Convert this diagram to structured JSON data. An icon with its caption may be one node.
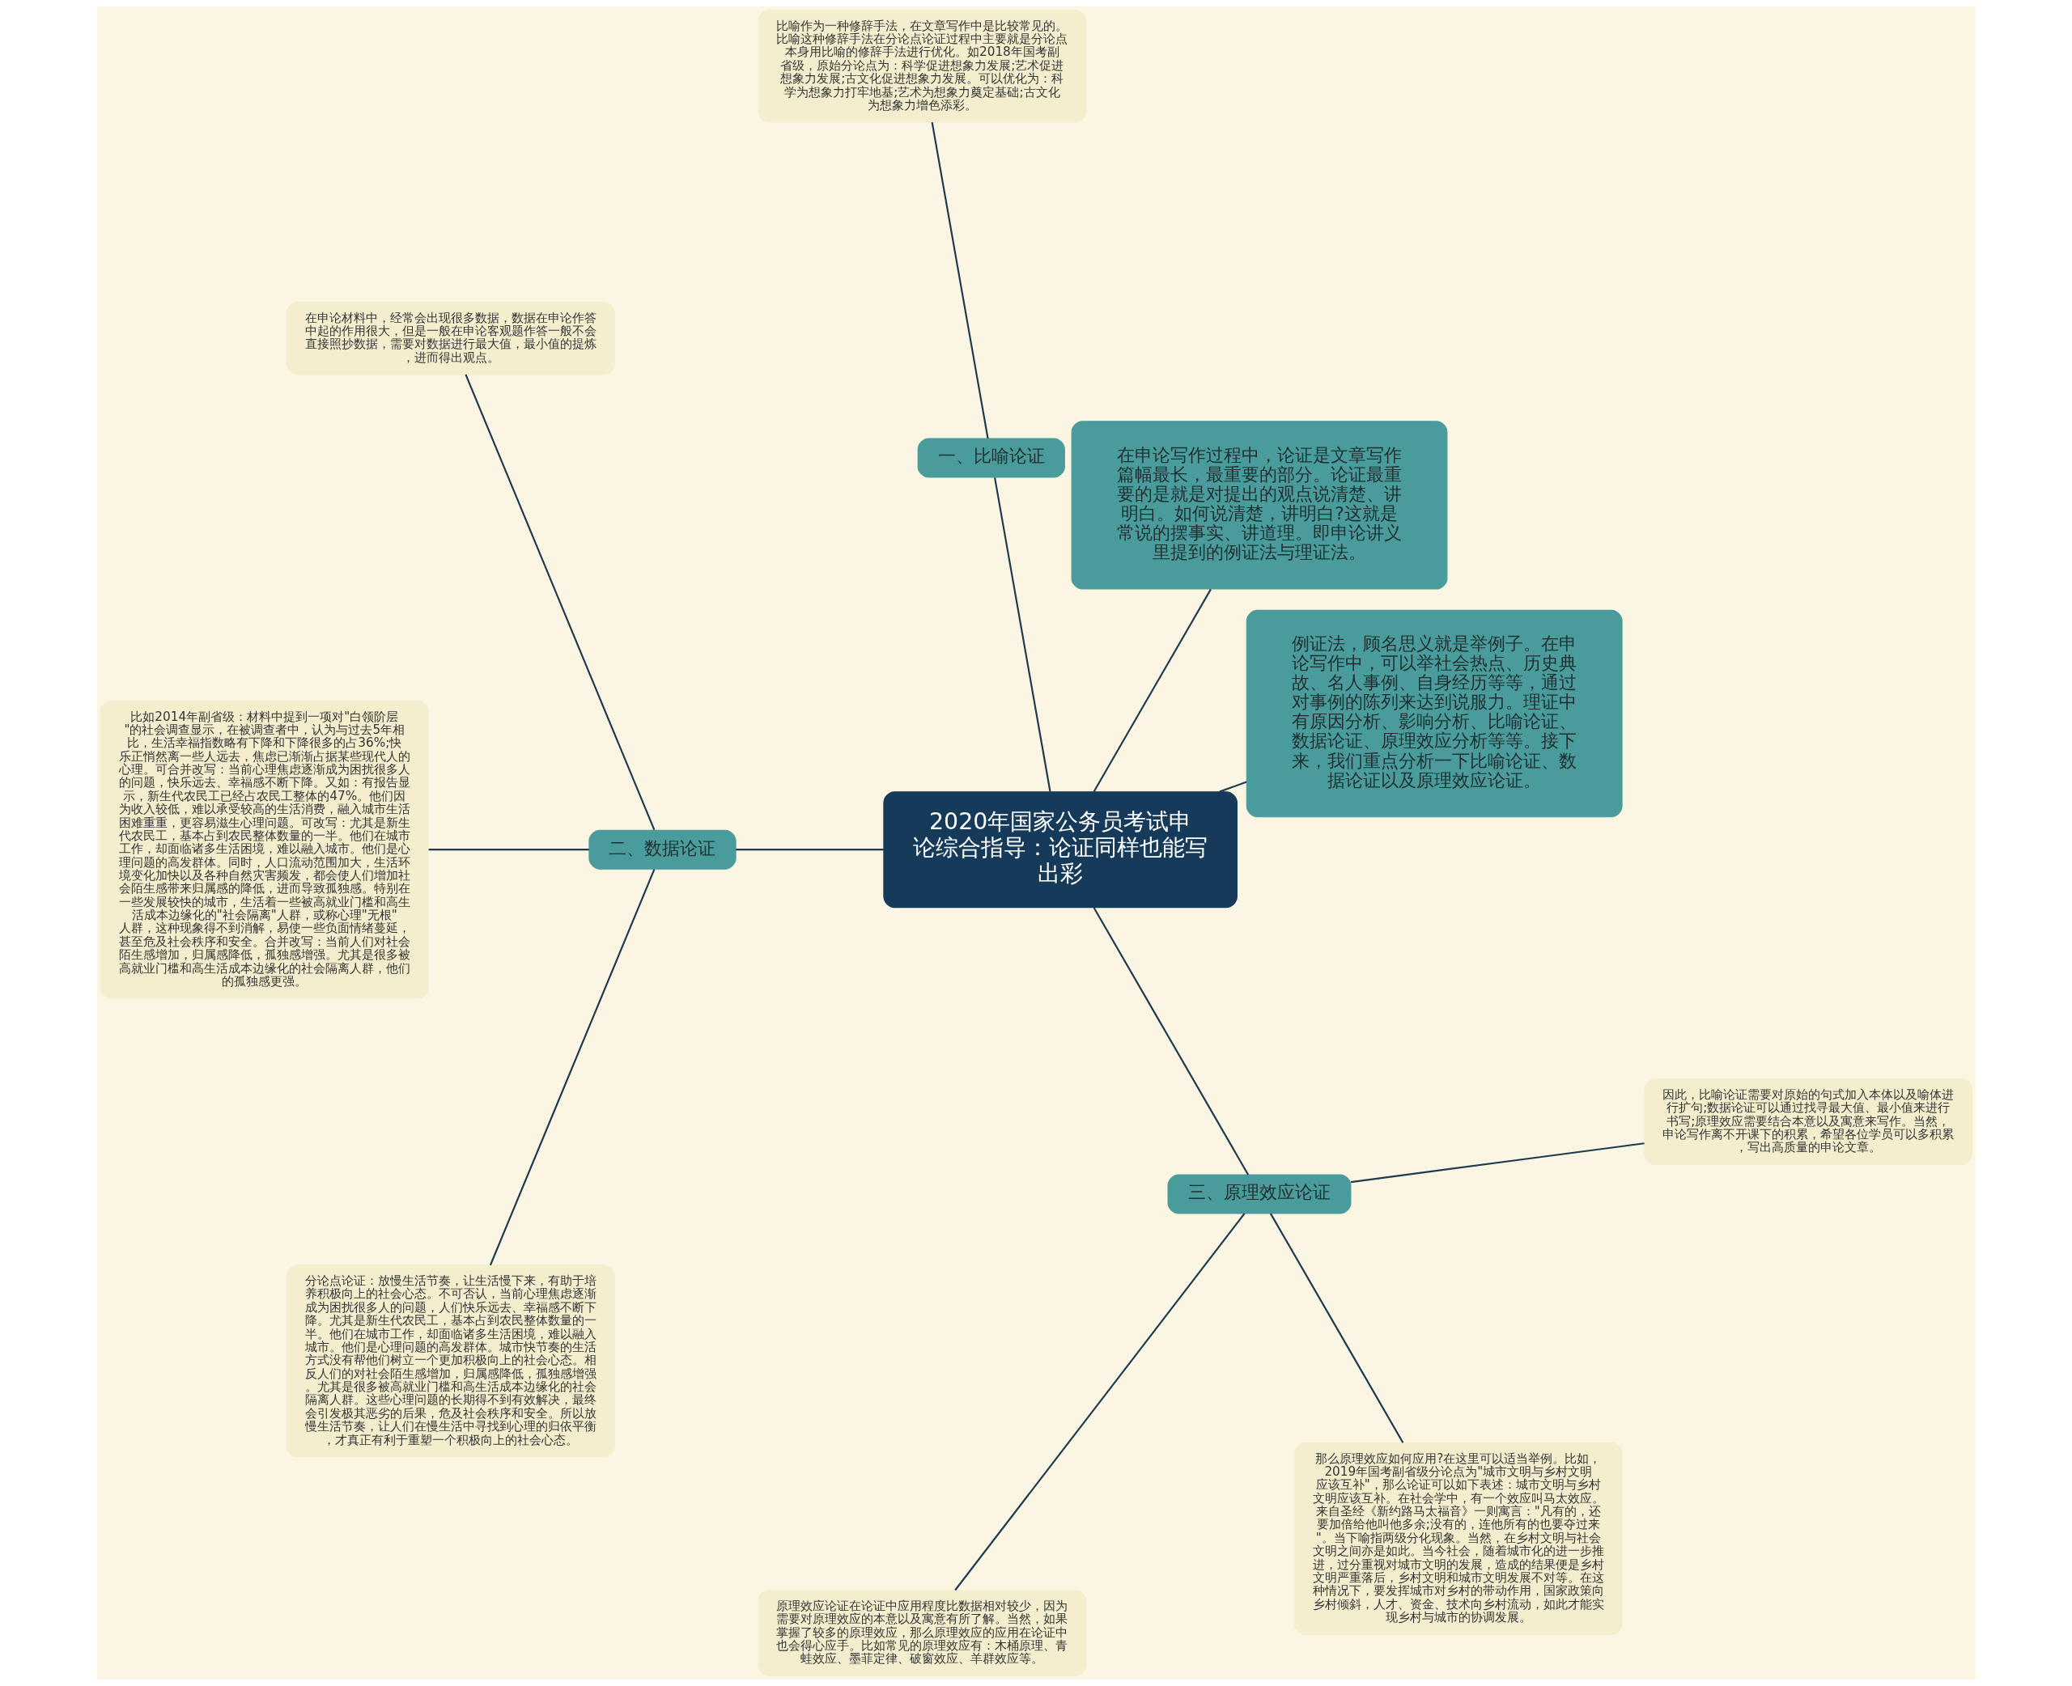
{
  "diagram": {
    "nodes": [
      {
        "text": [
          "2020年国家公务员考试申论综合指导：论证同样也能写出彩"
        ]
      },
      {
        "text": [
          "例证法，顾名思义就是举例子。在申论写作中，可以举社会热点、历史典故、名人事例、自身经历等等，通过对事例的陈列来达到说服力。理证中有原因分析、影响分析、比喻论证、数据论证、原理效应分析等等。接下来，我们重点分析一下比喻论证、数据论证以及原理效应论证。"
        ]
      },
      {
        "text": [
          "在申论写作过程中，论证是文章写作篇幅最长，最重要的部分。论证最重要的是就是对提出的观点说清楚、讲明白。如何说清楚，讲明白?这就是常说的摆事实、讲道理。即申论讲义里提到的例证法与理证法。"
        ]
      },
      {
        "text": [
          "一、比喻论证"
        ]
      },
      {
        "text": [
          "比喻作为一种修辞手法，在文章写作中是比较常见的。比喻这种修辞手法在分论点论证过程中主要就是分论点本身用比喻的修辞手法进行优化。如2018年国考副省级，原始分论点为：科学促进想象力发展;艺术促进想象力发展;古文化促进想象力发展。可以优化为：科学为想象力打牢地基;艺术为想象力奠定基础;古文化为想象力增色添彩。"
        ]
      },
      {
        "text": [
          "二、数据论证"
        ]
      },
      {
        "text": [
          "在申论材料中，经常会出现很多数据，数据在申论作答中起的作用很大，但是一般在申论客观题作答一般不会直接照抄数据，需要对数据进行最大值，最小值的提炼，进而得出观点。"
        ]
      },
      {
        "text": [
          "比如2014年副省级：材料中提到一项对\"白领阶层\"的社会调查显示，在被调查者中，认为与过去5年相比，生活幸福指数略有下降和下降很多的占36%;快乐正悄然离一些人远去，焦虑已渐渐占据某些现代人的心理。可合并改写：当前心理焦虑逐渐成为困扰很多人的问题，快乐远去、幸福感不断下降。又如：有报告显示，新生代农民工已经占农民工整体的47%。他们因为收入较低，难以承受较高的生活消费，融入城市生活困难重重，更容易滋生心理问题。可改写：尤其是新生代农民工，基本占到农民整体数量的一半。他们在城市工作，却面临诸多生活困境，难以融入城市。他们是心理问题的高发群体。同时，人口流动范围加大，生活环境变化加快以及各种自然灾害频发，都会使人们增加社会陌生感带来归属感的降低，进而导致孤独感。特别在一些发展较快的城市，生活着一些被高就业门槛和高生活成本边缘化的\"社会隔离\"人群，或称心理\"无根\"人群，这种现象得不到消解，易使一些负面情绪蔓延，甚至危及社会秩序和安全。合并改写：当前人们对社会陌生感增加，归属感降低，孤独感增强。尤其是很多被高就业门槛和高生活成本边缘化的社会隔离人群，他们的孤独感更强。"
        ]
      },
      {
        "text": [
          "分论点论证：放慢生活节奏，让生活慢下来，有助于培养积极向上的社会心态。不可否认，当前心理焦虑逐渐成为困扰很多人的问题，人们快乐远去、幸福感不断下降。尤其是新生代农民工，基本占到农民整体数量的一半。他们在城市工作，却面临诸多生活困境，难以融入城市。他们是心理问题的高发群体。城市快节奏的生活方式没有帮他们树立一个更加积极向上的社会心态。相反人们的对社会陌生感增加，归属感降低，孤独感增强。尤其是很多被高就业门槛和高生活成本边缘化的社会隔离人群。这些心理问题的长期得不到有效解决，最终会引发极其恶劣的后果，危及社会秩序和安全。所以放慢生活节奏，让人们在慢生活中寻找到心理的归依平衡，才真正有利于重塑一个积极向上的社会心态。"
        ]
      },
      {
        "text": [
          "三、原理效应论证"
        ]
      },
      {
        "text": [
          "原理效应论证在论证中应用程度比数据相对较少，因为需要对原理效应的本意以及寓意有所了解。当然，如果掌握了较多的原理效应，那么原理效应的应用在论证中也会得心应手。比如常见的原理效应有：木桶原理、青蛙效应、墨菲定律、破窗效应、羊群效应等。"
        ]
      },
      {
        "text": [
          "那么原理效应如何应用?在这里可以适当举例。比如，2019年国考副省级分论点为\"城市文明与乡村文明应该互补\"，那么论证可以如下表述：城市文明与乡村文明应该互补。在社会学中，有一个效应叫马太效应。来自圣经《新约路马太福音》一则寓言：\"凡有的，还要加倍给他叫他多余;没有的，连他所有的也要夺过来\"。当下喻指两级分化现象。当然，在乡村文明与社会文明之间亦是如此。当今社会，随着城市化的进一步推进，过分重视对城市文明的发展，造成的结果便是乡村文明严重落后，乡村文明和城市文明发展不对等。在这种情况下，要发挥城市对乡村的带动作用，国家政策向乡村倾斜，人才、资金、技术向乡村流动，如此才能实现乡村与城市的协调发展。"
        ]
      },
      {
        "text": [
          "因此，比喻论证需要对原始的句式加入本体以及喻体进行扩句;数据论证可以通过找寻最大值、最小值来进行书写;原理效应需要结合本意以及寓意来写作。当然，申论写作离不开课下的积累，希望各位学员可以多积累，写出高质量的申论文章。"
        ]
      }
    ],
    "edges": [
      {
        "from": 0,
        "to": 1,
        "arrow": "none"
      },
      {
        "from": 0,
        "to": 2,
        "arrow": "none"
      },
      {
        "from": 0,
        "to": 3,
        "arrow": "none"
      },
      {
        "from": 3,
        "to": 4,
        "arrow": "none"
      },
      {
        "from": 0,
        "to": 5,
        "arrow": "none"
      },
      {
        "from": 5,
        "to": 6,
        "arrow": "none"
      },
      {
        "from": 5,
        "to": 7,
        "arrow": "none"
      },
      {
        "from": 5,
        "to": 8,
        "arrow": "none"
      },
      {
        "from": 0,
        "to": 9,
        "arrow": "none"
      },
      {
        "from": 9,
        "to": 10,
        "arrow": "none"
      },
      {
        "from": 9,
        "to": 11,
        "arrow": "none"
      },
      {
        "from": 9,
        "to": 12,
        "arrow": "none"
      }
    ]
  }
}
